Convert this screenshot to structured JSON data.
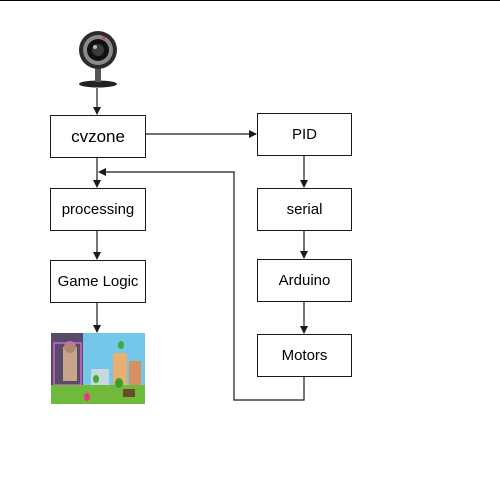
{
  "nodes": {
    "cvzone": "cvzone",
    "processing": "processing",
    "game_logic": "Game Logic",
    "pid": "PID",
    "serial": "serial",
    "arduino": "Arduino",
    "motors": "Motors"
  },
  "icons": {
    "camera": "webcam-icon",
    "game": "game-screenshot-image"
  },
  "colors": {
    "stroke": "#1a1a1a",
    "sky": "#74c7e9",
    "grass": "#6fba3c",
    "tracking_box": "#cc66cc"
  }
}
